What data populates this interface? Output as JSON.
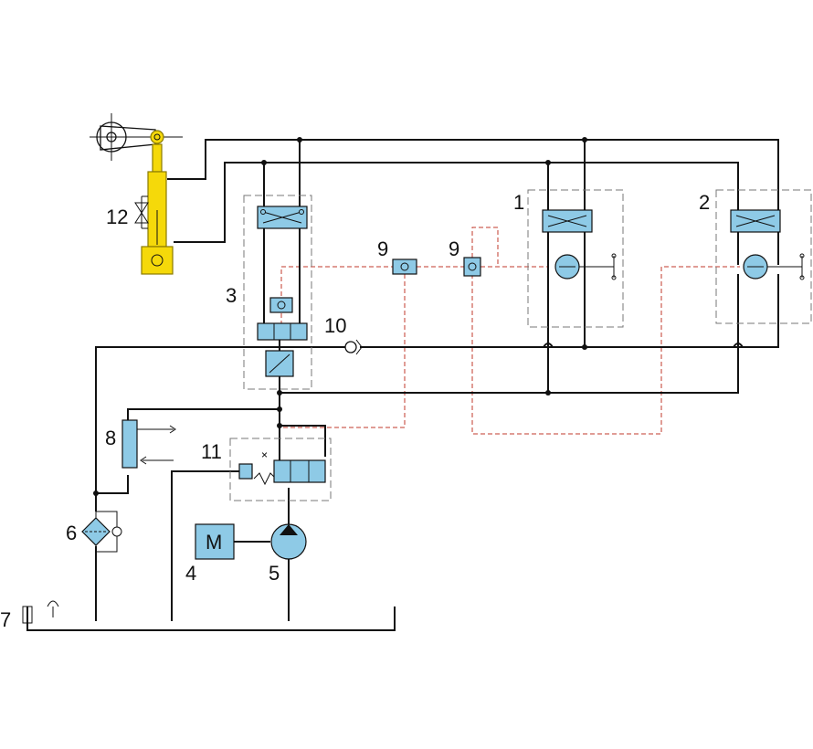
{
  "labels": {
    "l1": "1",
    "l2": "2",
    "l3": "3",
    "l4": "4",
    "l5": "5",
    "l6": "6",
    "l7": "7",
    "l8": "8",
    "l9a": "9",
    "l9b": "9",
    "l10": "10",
    "l11": "11",
    "l12": "12"
  },
  "motor_letter": "M",
  "colors": {
    "pipe": "#111111",
    "component": "#8ecae6",
    "cylinder": "#f5d90a",
    "pilot_line": "#c0392b",
    "enclosure": "#777777"
  }
}
